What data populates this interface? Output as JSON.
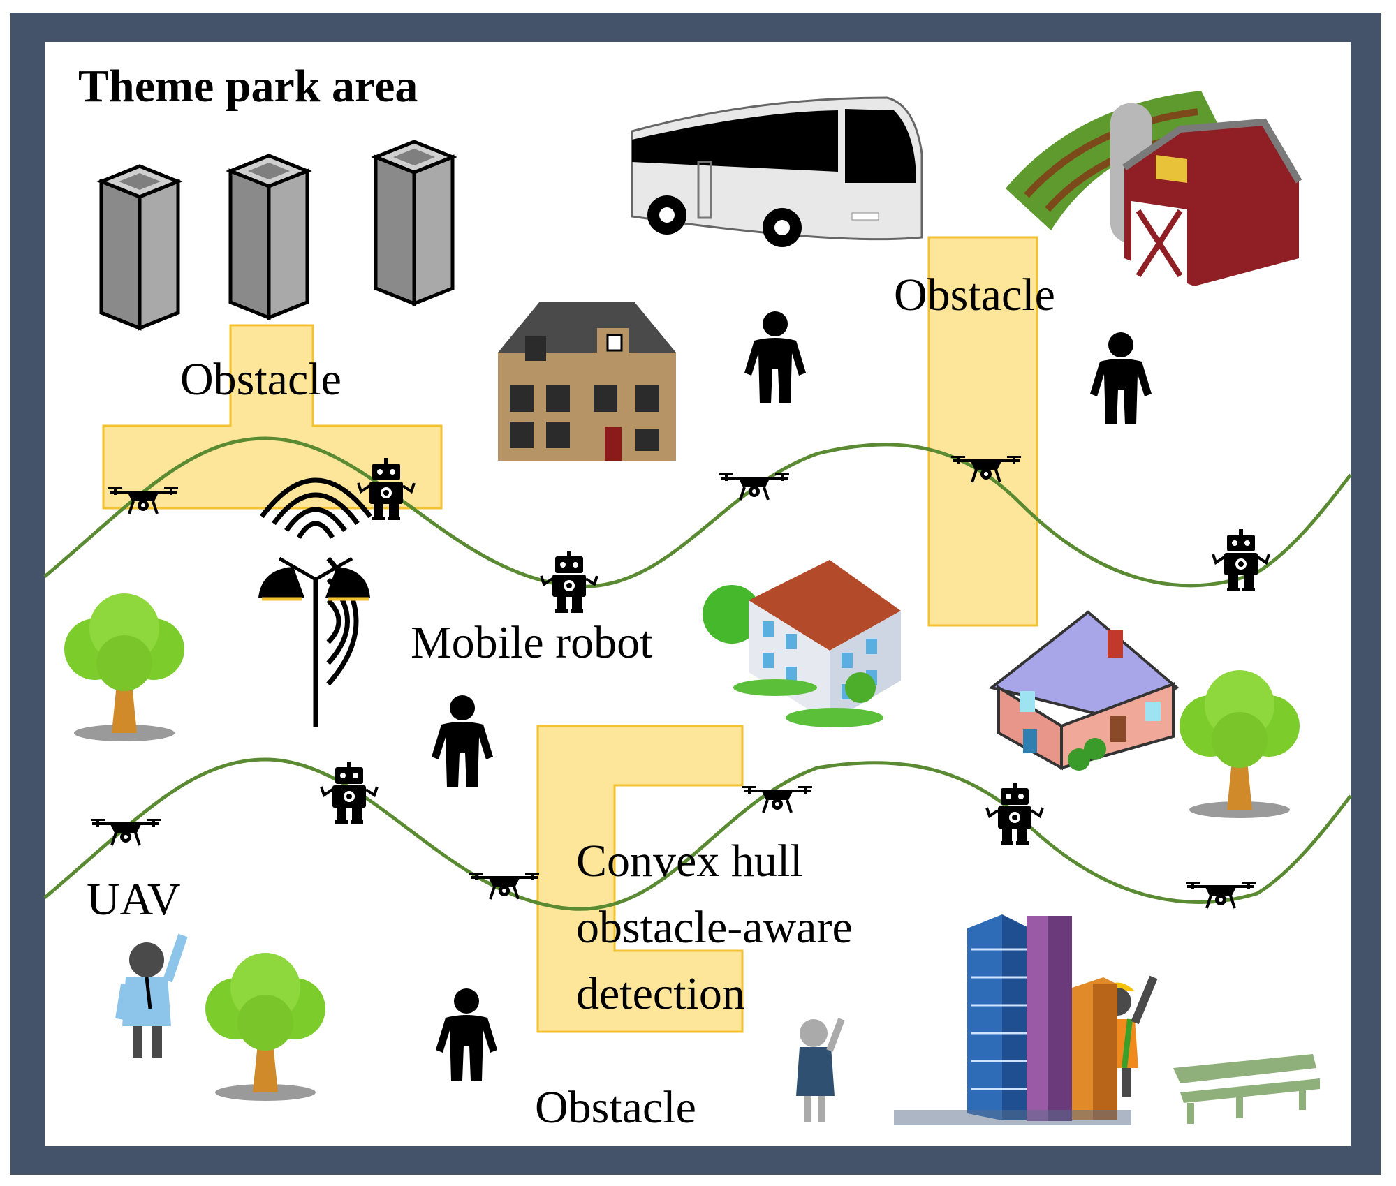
{
  "title": "Theme park area",
  "labels": {
    "obstacle_left": "Obstacle",
    "obstacle_right": "Obstacle",
    "obstacle_bottom": "Obstacle",
    "mobile_robot": "Mobile robot",
    "uav": "UAV",
    "convex_line1": "Convex hull",
    "convex_line2": "obstacle-aware",
    "convex_line3": "detection"
  },
  "colors": {
    "frame": "#44536a",
    "background": "#ffffff",
    "obstacle_fill": "#fde69a",
    "obstacle_stroke": "#f2c230",
    "trajectory": "#5a8a32"
  },
  "icons": {
    "uav": "drone-icon",
    "robot": "robot-icon",
    "person": "person-icon",
    "tree": "tree-icon",
    "antenna": "antenna-icon"
  }
}
